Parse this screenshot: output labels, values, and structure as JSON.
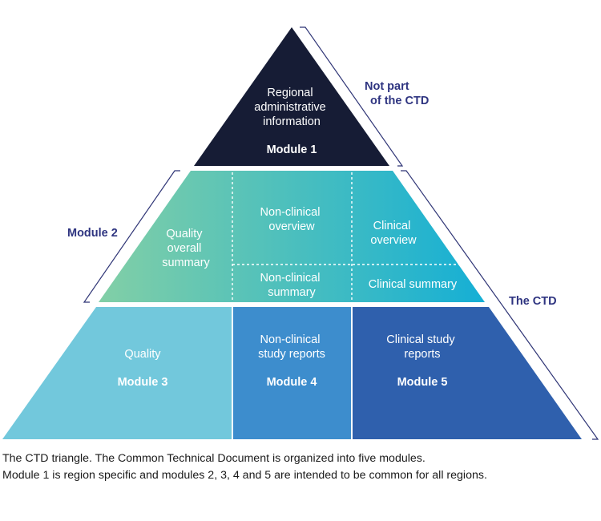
{
  "diagram": {
    "module1": {
      "lines": [
        "Regional",
        "administrative",
        "information"
      ],
      "label": "Module 1"
    },
    "module2": {
      "quality_overall_summary": [
        "Quality",
        "overall",
        "summary"
      ],
      "nonclinical_overview": [
        "Non-clinical",
        "overview"
      ],
      "clinical_overview": [
        "Clinical",
        "overview"
      ],
      "nonclinical_summary": [
        "Non-clinical",
        "summary"
      ],
      "clinical_summary": "Clinical summary"
    },
    "module3": {
      "text": "Quality",
      "label": "Module 3"
    },
    "module4": {
      "lines": [
        "Non-clinical",
        "study reports"
      ],
      "label": "Module 4"
    },
    "module5": {
      "lines": [
        "Clinical study",
        "reports"
      ],
      "label": "Module 5"
    },
    "annotations": {
      "not_part": [
        "Not part",
        "of the CTD"
      ],
      "module2_side": "Module 2",
      "the_ctd": "The CTD"
    }
  },
  "caption": {
    "line1": "The CTD triangle. The Common Technical Document is organized into five modules.",
    "line2": "Module 1 is region specific and modules 2, 3, 4 and 5 are intended to be common for all regions."
  },
  "colors": {
    "module1": "#161c35",
    "module2_left": "#82cfa6",
    "module2_right": "#15afd5",
    "module3": "#72c8dc",
    "module4": "#3d8dcd",
    "module5": "#2f60ad",
    "annotation": "#2e3480",
    "bracket": "#2f3576"
  }
}
